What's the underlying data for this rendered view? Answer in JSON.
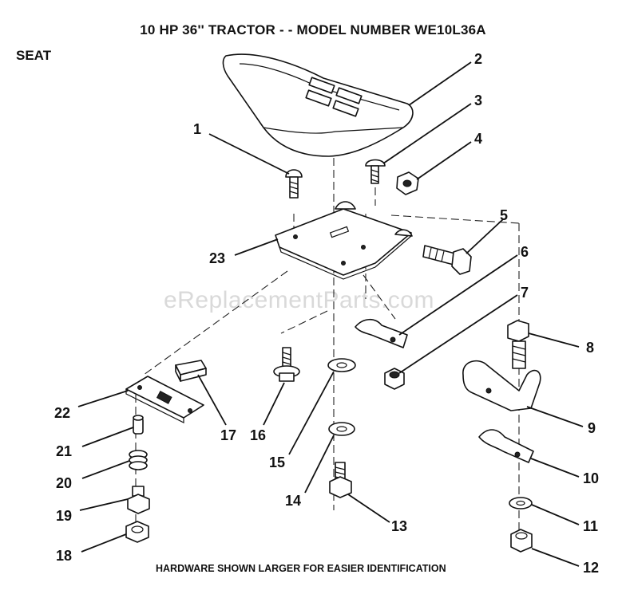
{
  "title": "10 HP 36'' TRACTOR - - MODEL NUMBER WE10L36A",
  "section": "SEAT",
  "footer_note": "HARDWARE SHOWN LARGER FOR EASIER IDENTIFICATION",
  "watermark": "eReplacementParts.com",
  "callouts": [
    "1",
    "2",
    "3",
    "4",
    "5",
    "6",
    "7",
    "8",
    "9",
    "10",
    "11",
    "12",
    "13",
    "14",
    "15",
    "16",
    "17",
    "18",
    "19",
    "20",
    "21",
    "22",
    "23"
  ]
}
